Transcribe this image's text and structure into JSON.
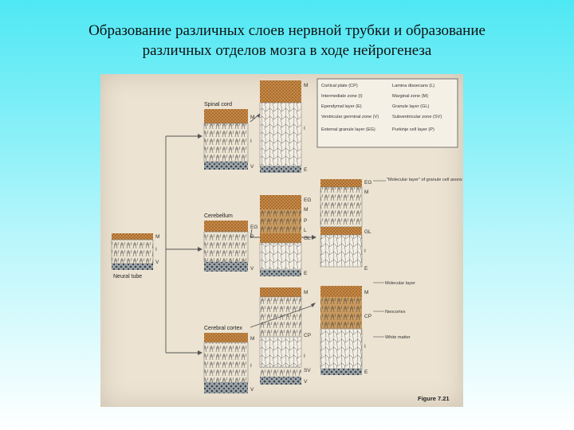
{
  "slide": {
    "title_line1": "Образование различных слоев нервной трубки и образование",
    "title_line2": "различных отделов мозга в ходе нейрогенеза"
  },
  "figure": {
    "panels": {
      "neural_tube": "Neural tube",
      "spinal_cord": "Spinal cord",
      "cerebellum": "Cerebellum",
      "cerebral_cortex": "Cerebral cortex"
    },
    "layer_letters": {
      "m": "M",
      "i": "I",
      "v": "V",
      "e": "E",
      "eg": "EG",
      "p": "P",
      "l": "L",
      "gl": "GL",
      "cp": "CP",
      "sv": "SV"
    },
    "legend": {
      "left": [
        "Cortical plate (CP)",
        "Intermediate zone (I)",
        "Ependymal layer (E)",
        "Ventricular germinal zone (V)",
        "External granule layer (EG)"
      ],
      "right": [
        "Lamina dissecans (L)",
        "Marginal zone (M)",
        "Granule layer (GL)",
        "Subventricular zone (SV)",
        "Purkinje cell layer (P)"
      ]
    },
    "annotations": {
      "molecular_granule": "\"Molecular layer\" of granule cell axons",
      "molecular_layer": "Molecular layer",
      "neocortex": "Neocortex",
      "white_matter": "White matter"
    },
    "figure_number": "Figure 7.21"
  }
}
